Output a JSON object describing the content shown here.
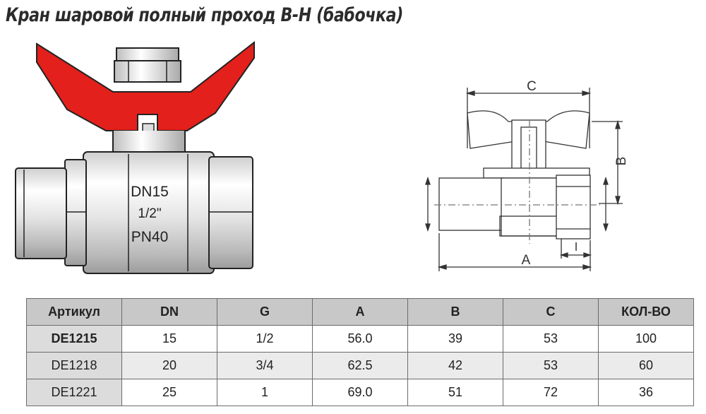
{
  "title": "Кран шаровой полный проход В-Н (бабочка)",
  "photo": {
    "marking_dn": "DN15",
    "marking_size": "1/2\"",
    "marking_pn": "PN40",
    "handle_color": "#e3201b"
  },
  "drawing": {
    "labels": {
      "a": "A",
      "b": "B",
      "c": "C",
      "l": "l"
    }
  },
  "table": {
    "headers": [
      "Артикул",
      "DN",
      "G",
      "A",
      "B",
      "C",
      "КОЛ-ВО"
    ],
    "rows": [
      [
        "DE1215",
        "15",
        "1/2",
        "56.0",
        "39",
        "53",
        "100"
      ],
      [
        "DE1218",
        "20",
        "3/4",
        "62.5",
        "42",
        "53",
        "60"
      ],
      [
        "DE1221",
        "25",
        "1",
        "69.0",
        "51",
        "72",
        "36"
      ]
    ]
  }
}
